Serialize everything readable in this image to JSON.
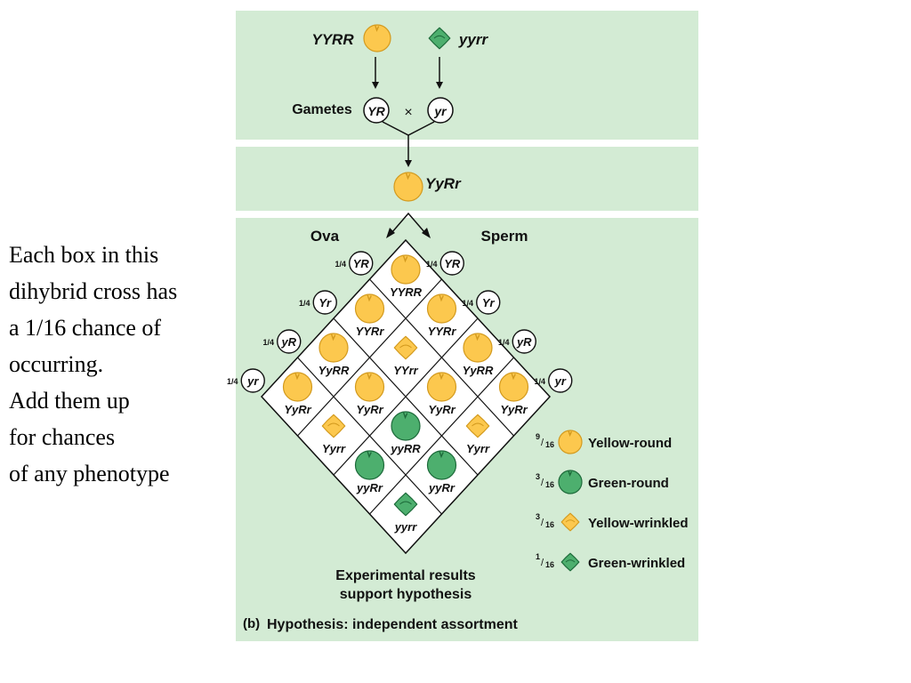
{
  "side_text": {
    "lines": [
      "Each box in this",
      "dihybrid cross has",
      "a 1/16 chance of",
      "occurring.",
      "Add them up",
      "for chances",
      "of any phenotype"
    ]
  },
  "cross": {
    "parent_left": "YYRR",
    "parent_right": "yyrr",
    "gametes_label": "Gametes",
    "gamete_left": "YR",
    "gamete_right": "yr",
    "times_symbol": "×",
    "f1": "YyRr",
    "ova_label": "Ova",
    "sperm_label": "Sperm",
    "quarter": "1/4",
    "gamete_types": [
      "YR",
      "Yr",
      "yR",
      "yr"
    ]
  },
  "punnett_cells": [
    {
      "genotype": "YYRR",
      "phenotype": "yellow-round"
    },
    {
      "genotype": "YYRr",
      "phenotype": "yellow-round"
    },
    {
      "genotype": "YYRr",
      "phenotype": "yellow-round"
    },
    {
      "genotype": "YyRR",
      "phenotype": "yellow-round"
    },
    {
      "genotype": "YYrr",
      "phenotype": "yellow-wrinkled"
    },
    {
      "genotype": "YyRR",
      "phenotype": "yellow-round"
    },
    {
      "genotype": "YyRr",
      "phenotype": "yellow-round"
    },
    {
      "genotype": "YyRr",
      "phenotype": "yellow-round"
    },
    {
      "genotype": "YyRr",
      "phenotype": "yellow-round"
    },
    {
      "genotype": "YyRr",
      "phenotype": "yellow-round"
    },
    {
      "genotype": "Yyrr",
      "phenotype": "yellow-wrinkled"
    },
    {
      "genotype": "yyRR",
      "phenotype": "green-round"
    },
    {
      "genotype": "Yyrr",
      "phenotype": "yellow-wrinkled"
    },
    {
      "genotype": "yyRr",
      "phenotype": "green-round"
    },
    {
      "genotype": "yyRr",
      "phenotype": "green-round"
    },
    {
      "genotype": "yyrr",
      "phenotype": "green-wrinkled"
    }
  ],
  "legend": [
    {
      "fraction_num": "9",
      "fraction_den": "16",
      "label": "Yellow-round",
      "phenotype": "yellow-round"
    },
    {
      "fraction_num": "3",
      "fraction_den": "16",
      "label": "Green-round",
      "phenotype": "green-round"
    },
    {
      "fraction_num": "3",
      "fraction_den": "16",
      "label": "Yellow-wrinkled",
      "phenotype": "yellow-wrinkled"
    },
    {
      "fraction_num": "1",
      "fraction_den": "16",
      "label": "Green-wrinkled",
      "phenotype": "green-wrinkled"
    }
  ],
  "conclusion": {
    "line1": "Experimental results",
    "line2": "support hypothesis"
  },
  "caption": {
    "part": "(b)",
    "text": "Hypothesis: independent assortment"
  },
  "colors": {
    "panel": "#d3ebd4",
    "yellow": "#fcc84e",
    "yellow_stroke": "#d39a1e",
    "green": "#4daf6e",
    "green_stroke": "#1d6a3a"
  }
}
